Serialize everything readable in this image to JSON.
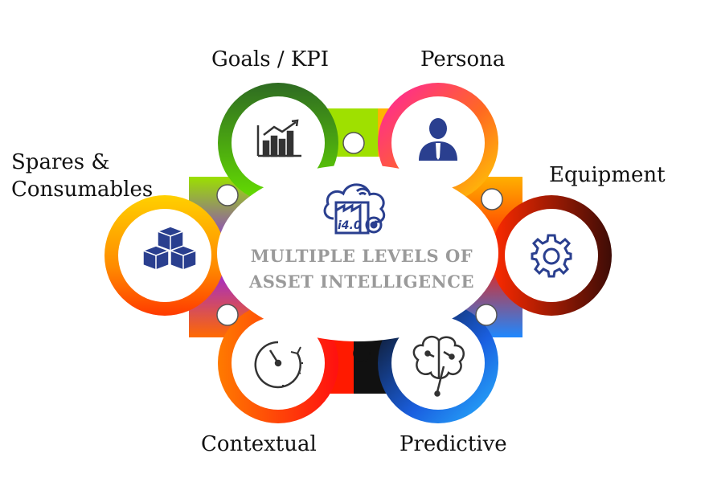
{
  "diagram": {
    "center": {
      "line1": "MULTIPLE  LEVELS OF",
      "line2": "ASSET INTELLIGENCE",
      "badge": "i4.0"
    },
    "nodes": [
      {
        "key": "goals",
        "label": "Goals / KPI",
        "icon": "bar-chart-icon",
        "color_a": "#2e7d32",
        "color_b": "#6bd400"
      },
      {
        "key": "persona",
        "label": "Persona",
        "icon": "person-icon",
        "color_a": "#ff2aa8",
        "color_b": "#ffd000"
      },
      {
        "key": "equipment",
        "label": "Equipment",
        "icon": "gear-icon",
        "color_a": "#ff2200",
        "color_b": "#4a0f08"
      },
      {
        "key": "predictive",
        "label": "Predictive",
        "icon": "brain-icon",
        "color_a": "#111111",
        "color_b": "#1e88ff"
      },
      {
        "key": "contextual",
        "label": "Contextual",
        "icon": "clock-icon",
        "color_a": "#ff6a00",
        "color_b": "#ff1a1a"
      },
      {
        "key": "spares",
        "label_line1": "Spares &",
        "label_line2": "Consumables",
        "icon": "boxes-icon",
        "color_a": "#ffc400",
        "color_b": "#ff4a00"
      }
    ],
    "colors": {
      "icon_blue": "#2a3f8f",
      "icon_dark": "#333333",
      "center_text": "#9a9a9a"
    }
  }
}
